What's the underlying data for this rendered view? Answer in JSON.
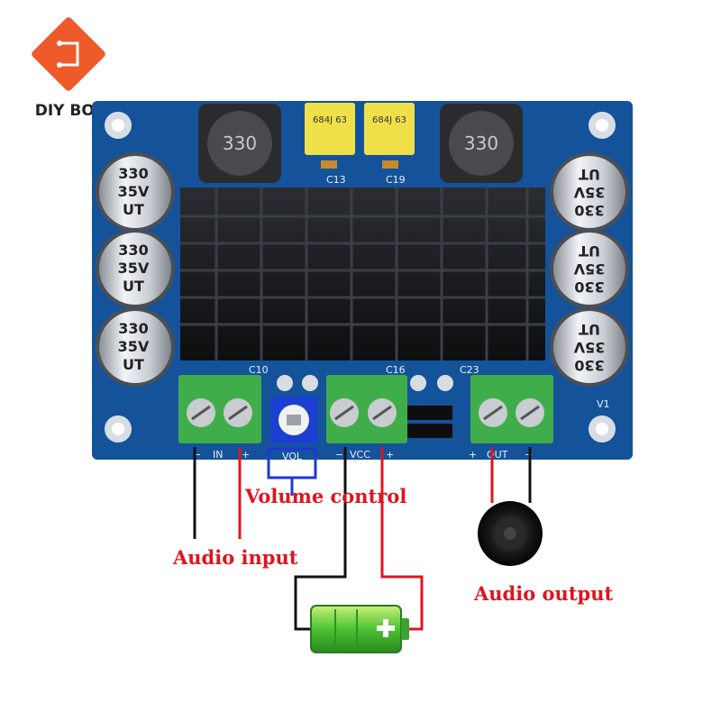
{
  "brand": {
    "name": "DIY BOX",
    "logo_color": "#ef5a2a"
  },
  "board": {
    "color": "#14539a",
    "inductor_label": "330",
    "film_cap_label": "684J 63",
    "cap_labels": [
      "C13",
      "C19",
      "C10",
      "C16",
      "C23"
    ],
    "version": "V1",
    "electrolytic": {
      "line1": "330",
      "line2": "35V",
      "line3": "UT"
    },
    "terminals": {
      "in": {
        "label": "IN",
        "minus": "−",
        "plus": "+"
      },
      "vcc": {
        "label": "VCC",
        "minus": "−",
        "plus": "+"
      },
      "out": {
        "label": "OUT",
        "minus": "−",
        "plus": "+"
      }
    },
    "pot_label": "VOL"
  },
  "annotations": {
    "volume_control": "Volume control",
    "audio_input": "Audio input",
    "audio_output": "Audio output"
  },
  "colors": {
    "wire_black": "#111111",
    "wire_red": "#e0141e",
    "highlight_blue": "#1b38d6",
    "terminal_green": "#3fae4a"
  }
}
